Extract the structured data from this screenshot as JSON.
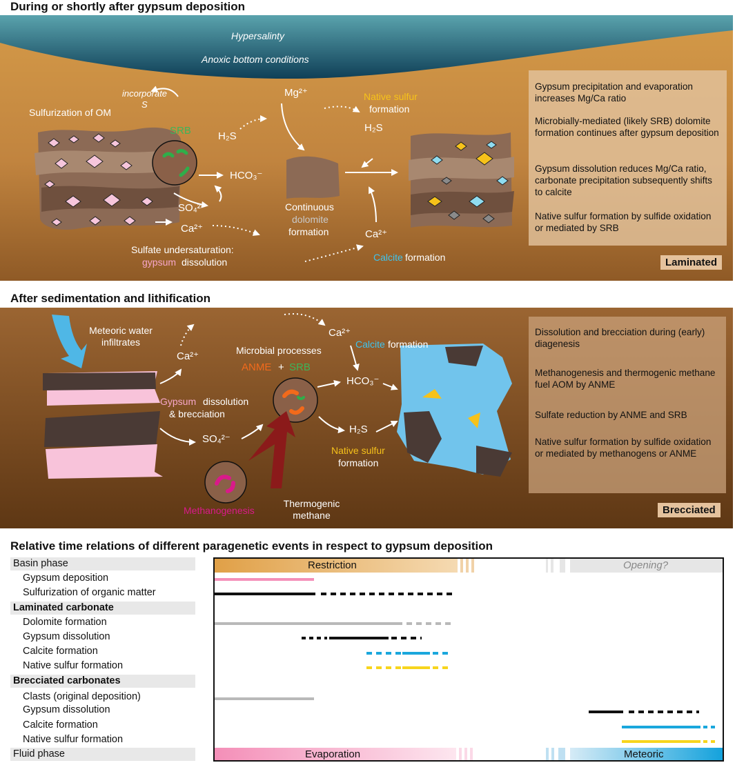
{
  "sections": {
    "top_title": "During or shortly after gypsum deposition",
    "middle_title": "After sedimentation and lithification",
    "bottom_title": "Relative time relations of different paragenetic events in respect to gypsum deposition"
  },
  "top_panel": {
    "water_labels": [
      "Hypersalinty",
      "Anoxic bottom conditions"
    ],
    "sulfurization": "Sulfurization of OM",
    "incorporate": "incorporate",
    "s_letter": "S",
    "srb": "SRB",
    "h2s_a": "H₂S",
    "hco3": "HCO₃⁻",
    "so4": "SO₄²⁻",
    "ca_a": "Ca²⁺",
    "undersat": "Sulfate undersaturation:",
    "gypsum": "gypsum",
    "dissolution": "dissolution",
    "mg": "Mg²⁺",
    "continuous": "Continuous",
    "dolomite": "dolomite",
    "formation_a": "formation",
    "native_sulfur": "Native sulfur",
    "formation_b": "formation",
    "h2s_b": "H₂S",
    "ca_b": "Ca²⁺",
    "calcite": "Calcite",
    "formation_c": "formation",
    "info": [
      "Gypsum precipitation and evaporation increases Mg/Ca ratio",
      "Microbially-mediated (likely SRB) dolomite formation continues after gypsum deposition",
      "Gypsum dissolution reduces Mg/Ca ratio, carbonate precipitation subsequently shifts to calcite",
      "Native sulfur formation by sulfide oxidation or mediated by SRB"
    ],
    "tag": "Laminated"
  },
  "middle_panel": {
    "meteoric": "Meteoric water infiltrates",
    "ca_a": "Ca²⁺",
    "gypsum": "Gypsum",
    "dissolution": "dissolution",
    "brecciation": "& brecciation",
    "so4": "SO₄²⁻",
    "microbial": "Microbial processes",
    "anme": "ANME",
    "plus": "+",
    "srb": "SRB",
    "ca_b": "Ca²⁺",
    "calcite": "Calcite",
    "formation_a": "formation",
    "hco3": "HCO₃⁻",
    "h2s": "H₂S",
    "native_sulfur": "Native sulfur",
    "formation_b": "formation",
    "methanogenesis": "Methanogenesis",
    "thermogenic": "Thermogenic methane",
    "info": [
      "Dissolution and brecciation during (early) diagenesis",
      "Methanogenesis and thermogenic methane fuel AOM by ANME",
      "Sulfate reduction by ANME and SRB",
      "Native sulfur formation by sulfide oxidation or mediated by methanogens or ANME"
    ],
    "tag": "Brecciated"
  },
  "timeline": {
    "rows": [
      {
        "label": "Basin phase",
        "style": "shade"
      },
      {
        "label": "Gypsum deposition",
        "style": "indent"
      },
      {
        "label": "Sulfurization of organic matter",
        "style": "indent"
      },
      {
        "label": "Laminated carbonate",
        "style": "head"
      },
      {
        "label": "Dolomite formation",
        "style": "indent"
      },
      {
        "label": "Gypsum dissolution",
        "style": "indent"
      },
      {
        "label": "Calcite formation",
        "style": "indent"
      },
      {
        "label": "Native sulfur formation",
        "style": "indent"
      },
      {
        "label": "Brecciated carbonates",
        "style": "head"
      },
      {
        "label": "Clasts (original deposition)",
        "style": "indent"
      },
      {
        "label": "Gypsum dissolution",
        "style": "indent"
      },
      {
        "label": "Calcite formation",
        "style": "indent"
      },
      {
        "label": "Native sulfur formation",
        "style": "indent"
      },
      {
        "label": "Fluid phase",
        "style": "shade"
      }
    ],
    "restriction": "Restriction",
    "opening": "Opening?",
    "evaporation": "Evaporation",
    "meteoric": "Meteoric",
    "colors": {
      "pink": "#f48fb8",
      "black": "#111111",
      "gray": "#b9b9b9",
      "blue": "#1aa7dd",
      "yellow": "#f7d51d",
      "orange": "#e2a24d"
    }
  }
}
